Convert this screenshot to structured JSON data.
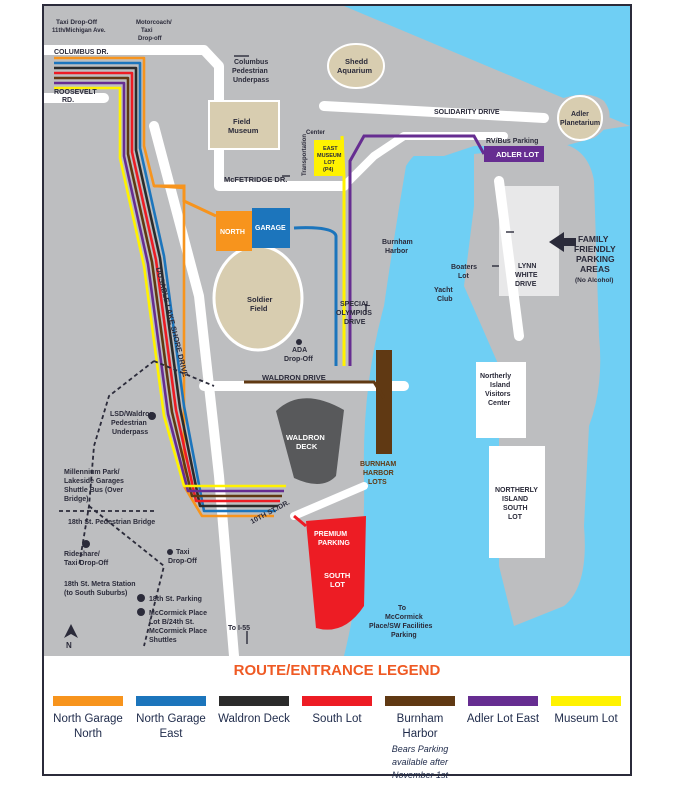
{
  "labels": {
    "taxi_dropoff_top": "Taxi Drop-Off",
    "taxi_dropoff_top2": "11th/Michigan Ave.",
    "motorcoach": "Motorcoach/",
    "taxi": "Taxi",
    "dropoff": "Drop-off",
    "columbus_dr": "COLUMBUS DR.",
    "roosevelt": "ROOSEVELT",
    "roosevelt2": "RD.",
    "columbus_ped1": "Columbus",
    "columbus_ped2": "Pedestrian",
    "columbus_ped3": "Underpass",
    "shedd1": "Shedd",
    "shedd2": "Aquarium",
    "field1": "Field",
    "field2": "Museum",
    "solidarity": "SOLIDARITY DRIVE",
    "adler1": "Adler",
    "adler2": "Planetarium",
    "rv_bus": "RV/Bus Parking",
    "adler_lot": "ADLER LOT",
    "transport1": "Transportation",
    "transport2": "Center",
    "east_museum1": "EAST",
    "east_museum2": "MUSEUM",
    "east_museum3": "LOT",
    "east_museum4": "(P4)",
    "mcfetridge": "McFETRIDGE DR.",
    "north": "NORTH",
    "garage": "GARAGE",
    "burnham_harbor1": "Burnham",
    "burnham_harbor2": "Harbor",
    "family1": "FAMILY",
    "family2": "FRIENDLY",
    "family3": "PARKING",
    "family4": "AREAS",
    "family5": "(No Alcohol)",
    "boaters1": "Boaters",
    "boaters2": "Lot",
    "yacht1": "Yacht",
    "yacht2": "Club",
    "lynn1": "LYNN",
    "lynn2": "WHITE",
    "lynn3": "DRIVE",
    "soldier1": "Soldier",
    "soldier2": "Field",
    "dusable": "DUSABLE LAKE SHORE DRIVE",
    "special1": "SPECIAL",
    "special2": "OLYMPICS",
    "special3": "DRIVE",
    "ada1": "ADA",
    "ada2": "Drop-Off",
    "waldron_drive": "WALDRON DRIVE",
    "northerly1": "Northerly",
    "northerly2": "Island",
    "northerly3": "Visitors",
    "northerly4": "Center",
    "lsd1": "LSD/Waldron",
    "lsd2": "Pedestrian",
    "lsd3": "Underpass",
    "waldron_deck1": "WALDRON",
    "waldron_deck2": "DECK",
    "bh_lots1": "BURNHAM",
    "bh_lots2": "HARBOR",
    "bh_lots3": "LOTS",
    "millennium1": "Millennium Park/",
    "millennium2": "Lakeside Garages",
    "millennium3": "Shuttle Bus (Over",
    "millennium4": "Bridge)",
    "ni_south1": "NORTHERLY",
    "ni_south2": "ISLAND",
    "ni_south3": "SOUTH",
    "ni_south4": "LOT",
    "tenth": "10TH ST./DR.",
    "eighteenth_bridge": "18th St. Pedestrian Bridge",
    "premium1": "PREMIUM",
    "premium2": "PARKING",
    "rideshare1": "Rideshare/",
    "rideshare2": "Taxi Drop-Off",
    "taxi_drop1": "Taxi",
    "taxi_drop2": "Drop-Off",
    "south_lot1": "SOUTH",
    "south_lot2": "LOT",
    "metra1": "18th St. Metra Station",
    "metra2": "(to South Suburbs)",
    "parking18": "18th St. Parking",
    "mccormick1": "McCormick Place",
    "mccormick2": "Lot B/24th St.",
    "mccormick3": "McCormick Place",
    "mccormick4": "Shuttles",
    "to_mccormick1": "To",
    "to_mccormick2": "McCormick",
    "to_mccormick3": "Place/SW Facilities",
    "to_mccormick4": "Parking",
    "to_i55": "To I-55",
    "north_arrow": "N"
  },
  "legend": {
    "title": "ROUTE/ENTRANCE LEGEND",
    "items": [
      {
        "name": "North Garage North",
        "line1": "North Garage",
        "line2": "North",
        "color": "#f7941d"
      },
      {
        "name": "North Garage East",
        "line1": "North Garage",
        "line2": "East",
        "color": "#1c75bc"
      },
      {
        "name": "Waldron Deck",
        "line1": "Waldron Deck",
        "line2": "",
        "color": "#2b2b2b"
      },
      {
        "name": "South Lot",
        "line1": "South Lot",
        "line2": "",
        "color": "#ed1c24"
      },
      {
        "name": "Burnham Harbor",
        "line1": "Burnham Harbor",
        "line2": "",
        "note1": "Bears Parking",
        "note2": "available after",
        "note3": "November 1st",
        "color": "#603913"
      },
      {
        "name": "Adler Lot East",
        "line1": "Adler Lot East",
        "line2": "",
        "color": "#662d91"
      },
      {
        "name": "Museum Lot",
        "line1": "Museum Lot",
        "line2": "",
        "color": "#fff200"
      }
    ]
  },
  "colors": {
    "water": "#6fcff4",
    "land": "#bdbec0",
    "road": "#ffffff",
    "building": "#d8cdb0",
    "dark_deck": "#58595b",
    "accent": "#ef5a24",
    "ink": "#2b2b3a"
  }
}
